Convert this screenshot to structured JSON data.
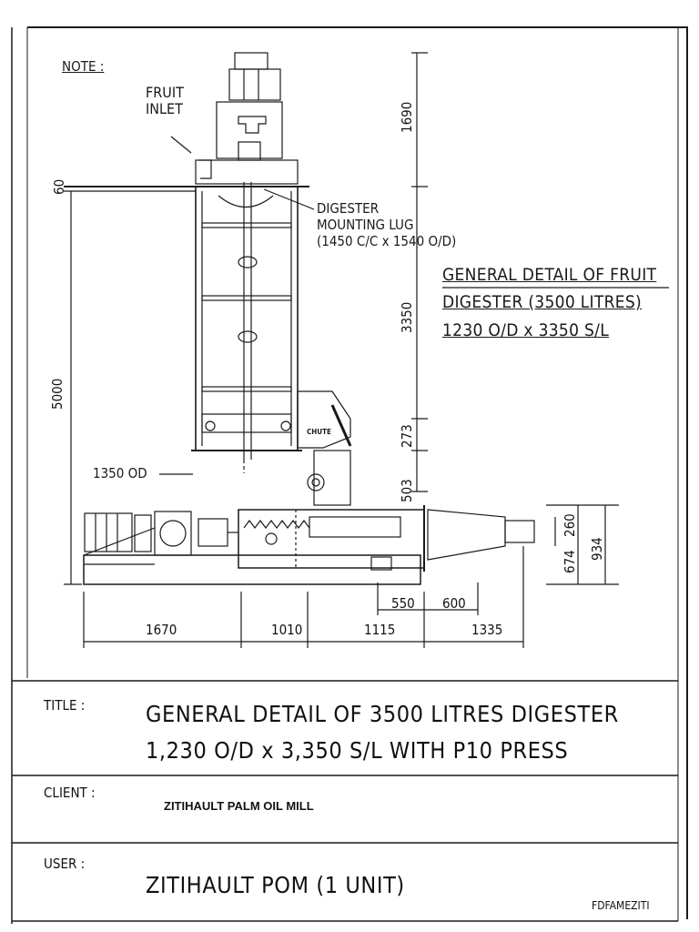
{
  "drawing": {
    "note": "NOTE :",
    "fruit_inlet": "FRUIT\nINLET",
    "mounting_lug": "DIGESTER\nMOUNTING LUG\n(1450 C/C x 1540 O/D)",
    "general_detail": [
      "GENERAL DETAIL OF FRUIT",
      "DIGESTER (3500 LITRES)",
      "1230 O/D x 3350 S/L"
    ],
    "od_label": "1350 OD",
    "chute_label": "CHUTE",
    "dimensions": {
      "d60": "60",
      "d1690": "1690",
      "d3350": "3350",
      "d5000": "5000",
      "d273": "273",
      "d503": "503",
      "d260": "260",
      "d674": "674",
      "d934": "934",
      "d550": "550",
      "d600": "600",
      "d1670": "1670",
      "d1010": "1010",
      "d1115": "1115",
      "d1335": "1335"
    }
  },
  "title_block": {
    "title_label": "TITLE :",
    "title_line1": "GENERAL DETAIL OF 3500 LITRES DIGESTER",
    "title_line2": "1,230 O/D x 3,350 S/L WITH P10 PRESS",
    "client_label": "CLIENT :",
    "client_value": "ZITIHAULT PALM OIL MILL",
    "user_label": "USER :",
    "user_value": "ZITIHAULT POM (1 UNIT)"
  },
  "footer_code": "FDFAMEZITI"
}
